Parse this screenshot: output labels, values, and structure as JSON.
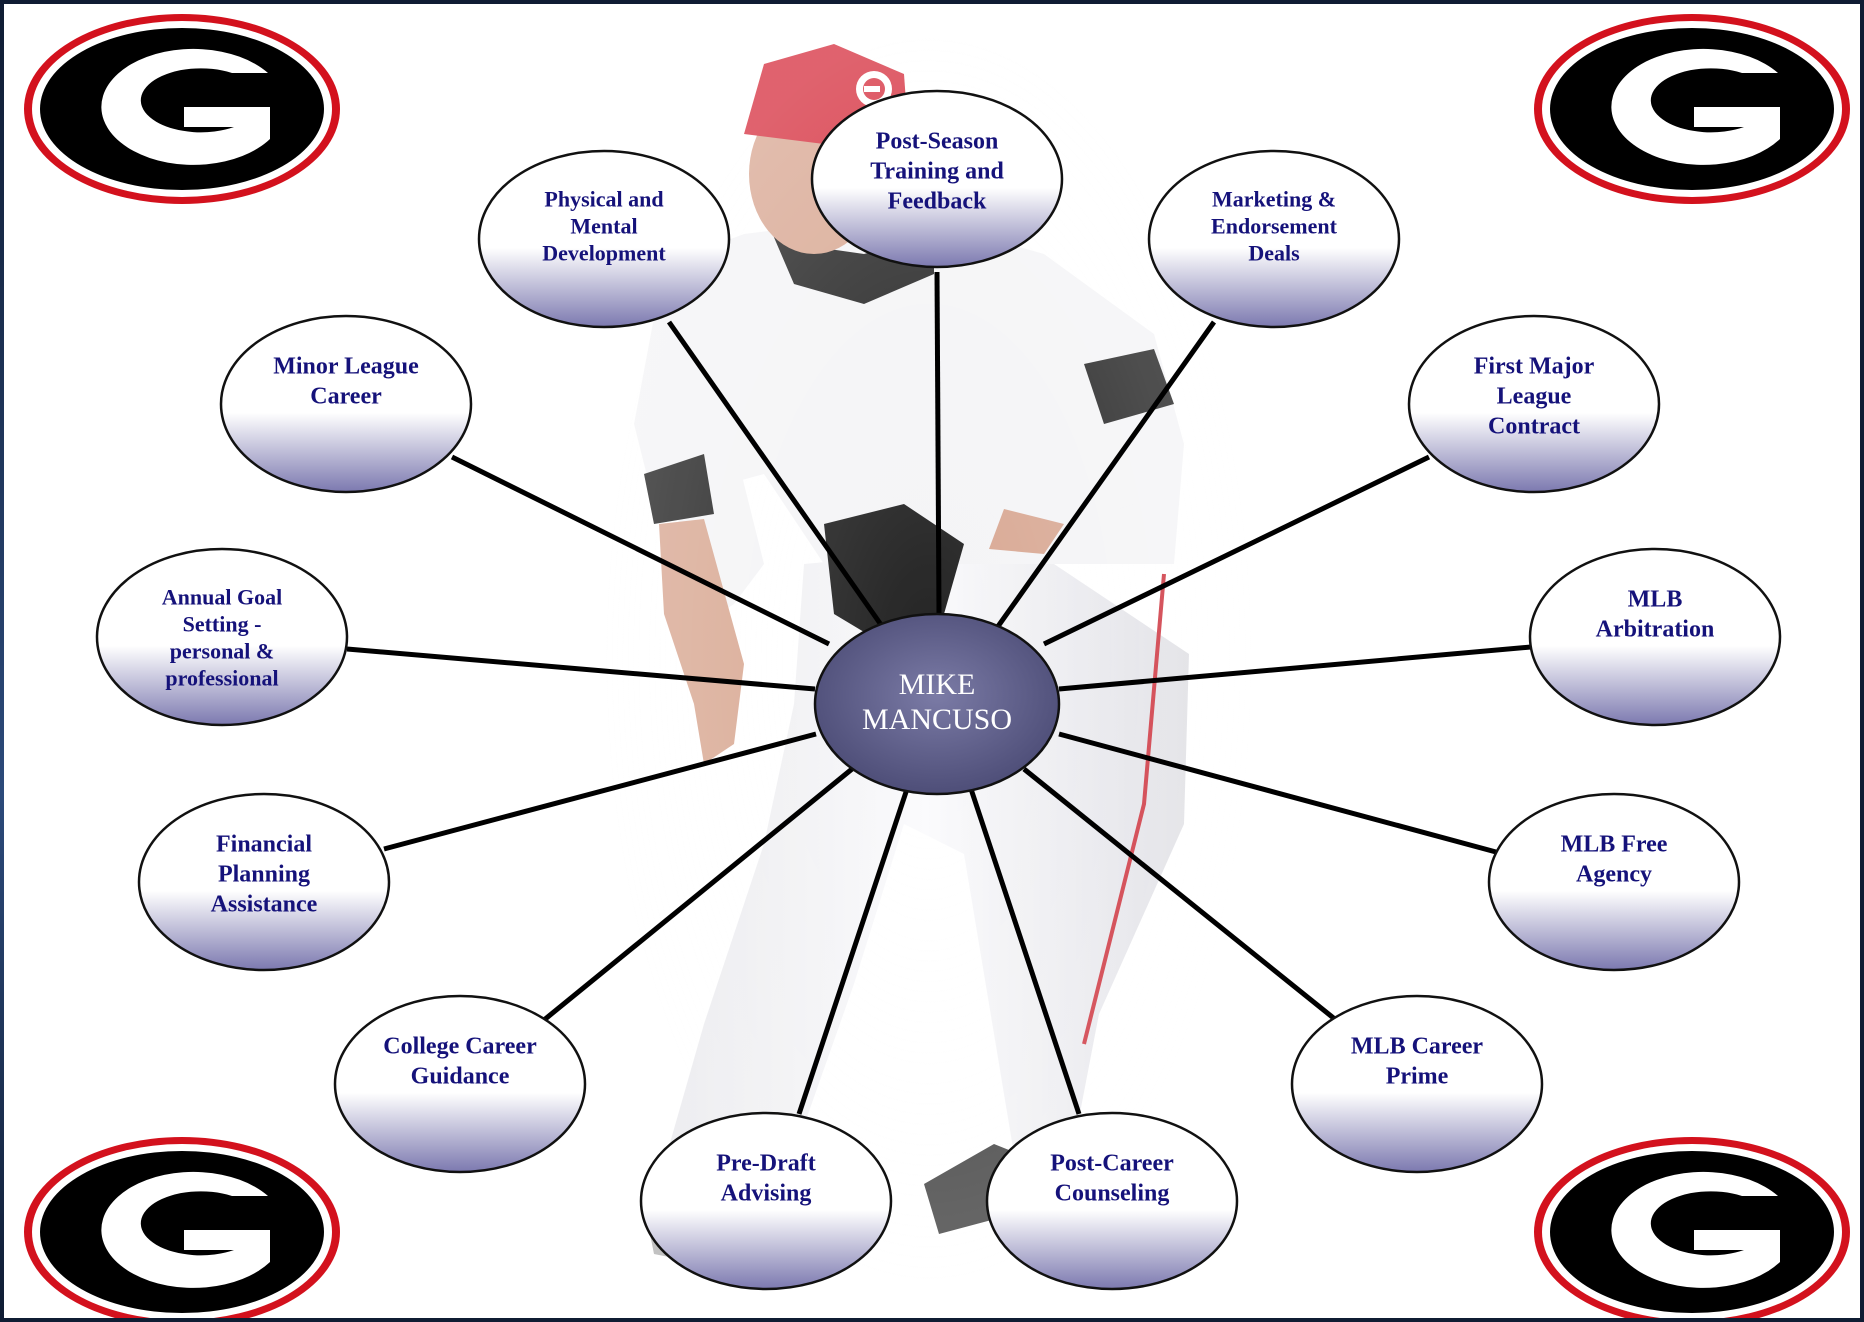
{
  "center": {
    "lines": [
      "MIKE",
      "MANCUSO"
    ]
  },
  "nodes": [
    {
      "id": "post-season-training",
      "lines": [
        "Post-Season",
        "Training and",
        "Feedback"
      ]
    },
    {
      "id": "physical-mental-development",
      "lines": [
        "Physical and",
        "Mental",
        "Development"
      ]
    },
    {
      "id": "marketing-endorsement",
      "lines": [
        "Marketing &",
        "Endorsement",
        "Deals"
      ]
    },
    {
      "id": "minor-league-career",
      "lines": [
        "Minor League",
        "Career"
      ]
    },
    {
      "id": "first-major-league-contract",
      "lines": [
        "First Major",
        "League",
        "Contract"
      ]
    },
    {
      "id": "annual-goal-setting",
      "lines": [
        "Annual Goal",
        "Setting -",
        "personal &",
        "professional"
      ]
    },
    {
      "id": "mlb-arbitration",
      "lines": [
        "MLB",
        "Arbitration"
      ]
    },
    {
      "id": "financial-planning",
      "lines": [
        "Financial",
        "Planning",
        "Assistance"
      ]
    },
    {
      "id": "mlb-free-agency",
      "lines": [
        "MLB Free",
        "Agency"
      ]
    },
    {
      "id": "college-career-guidance",
      "lines": [
        "College Career",
        "Guidance"
      ]
    },
    {
      "id": "mlb-career-prime",
      "lines": [
        "MLB Career",
        "Prime"
      ]
    },
    {
      "id": "pre-draft-advising",
      "lines": [
        "Pre-Draft",
        "Advising"
      ]
    },
    {
      "id": "post-career-counseling",
      "lines": [
        "Post-Career",
        "Counseling"
      ]
    }
  ],
  "logo": {
    "letter": "G"
  },
  "colors": {
    "node_text": "#15127a",
    "node_fill_top": "#ffffff",
    "node_fill_bottom": "#7c79b0",
    "center_fill": "#5a5a86",
    "connector": "#000000",
    "logo_red": "#d3111d",
    "logo_black": "#000000",
    "jersey_red": "#c9202c",
    "cap_red": "#d32030"
  }
}
